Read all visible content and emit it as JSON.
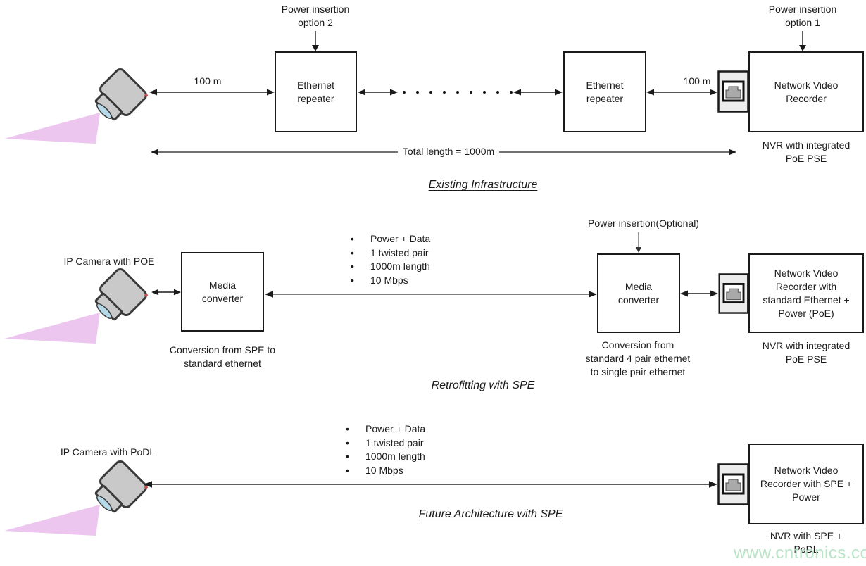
{
  "sections": {
    "existing": {
      "title": "Existing Infrastructure",
      "power_insertion_option2": "Power insertion\noption 2",
      "power_insertion_option1": "Power insertion\noption 1",
      "distance_camera_repeater": "100 m",
      "distance_repeater_nvr": "100 m",
      "ethernet_repeater_1": "Ethernet\nrepeater",
      "ethernet_repeater_2": "Ethernet\nrepeater",
      "nvr_label": "Network Video\nRecorder",
      "nvr_caption": "NVR with integrated\nPoE PSE",
      "total_length": "Total length = 1000m"
    },
    "retrofitting": {
      "title": "Retrofitting with SPE",
      "camera_label": "IP Camera with POE",
      "power_insertion": "Power insertion(Optional)",
      "media_converter_1": "Media\nconverter",
      "media_converter_2": "Media\nconverter",
      "media_converter_1_caption": "Conversion from SPE to\nstandard ethernet",
      "media_converter_2_caption": "Conversion from\nstandard 4 pair ethernet\nto single pair ethernet",
      "link_bullets": [
        "Power + Data",
        "1 twisted pair",
        "1000m length",
        "10 Mbps"
      ],
      "nvr_label": "Network Video\nRecorder with\nstandard Ethernet +\nPower (PoE)",
      "nvr_caption": "NVR with integrated\nPoE PSE"
    },
    "future": {
      "title": "Future Architecture with SPE",
      "camera_label": "IP Camera with PoDL",
      "link_bullets": [
        "Power + Data",
        "1 twisted pair",
        "1000m length",
        "10 Mbps"
      ],
      "nvr_label": "Network Video\nRecorder with SPE +\nPower",
      "nvr_caption": "NVR with SPE +\nPoDL"
    }
  },
  "watermark": "www.cntronics.com",
  "colors": {
    "camera_body": "#c9c9c9",
    "camera_beam": "#ecc6ee",
    "camera_lens": "#b5d9e9",
    "port_fill": "#ececec",
    "jack_fill": "#a9a9a9",
    "link_gray": "#7f7f7f",
    "watermark_green": "#b7e3c4",
    "line_black": "#1a1a1a"
  }
}
